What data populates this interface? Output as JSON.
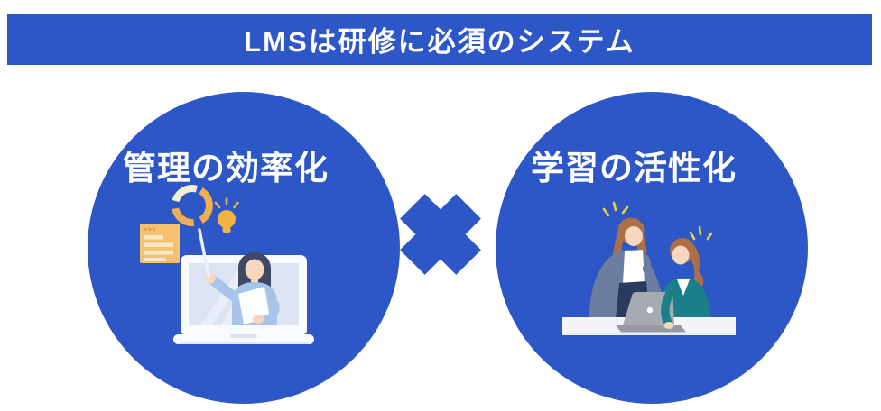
{
  "banner": {
    "title": "LMSは研修に必須のシステム"
  },
  "circles": {
    "left": {
      "label": "管理の効率化"
    },
    "right": {
      "label": "学習の活性化"
    }
  },
  "operator": {
    "symbol": "×"
  },
  "icons": {
    "left_circle": [
      "note-icon",
      "donut-chart-icon",
      "lightbulb-icon",
      "pointer-icon",
      "laptop-icon",
      "presenter-woman"
    ],
    "right_circle": [
      "sparkle-icon",
      "standing-woman",
      "sitting-woman",
      "laptop-icon",
      "desk"
    ]
  },
  "colors": {
    "primary_blue": "#2D56C6",
    "white": "#FFFFFF",
    "note_orange": "#F5C272",
    "note_line_cream": "#FBE8C6",
    "donut_orange": "#EFAF52",
    "donut_cream": "#F7EDD3",
    "bulb_yellow": "#F2B43E",
    "sparkle_yellow": "#E9D23C",
    "skin_peach": "#F7D7BD",
    "hair_dark_navy": "#3E4965",
    "hair_brown": "#AD6F48",
    "sweater_light_blue": "#A9C4EA",
    "blazer_gray_blue": "#6B7EA0",
    "skirt_navy": "#2B3B60",
    "cardigan_teal": "#1B7F89",
    "laptop_light": "#FAFBFE",
    "screen_blue_gray": "#DCE4F2",
    "laptop_gray": "#A6AAB3",
    "desk_light": "#F4F5F7"
  }
}
